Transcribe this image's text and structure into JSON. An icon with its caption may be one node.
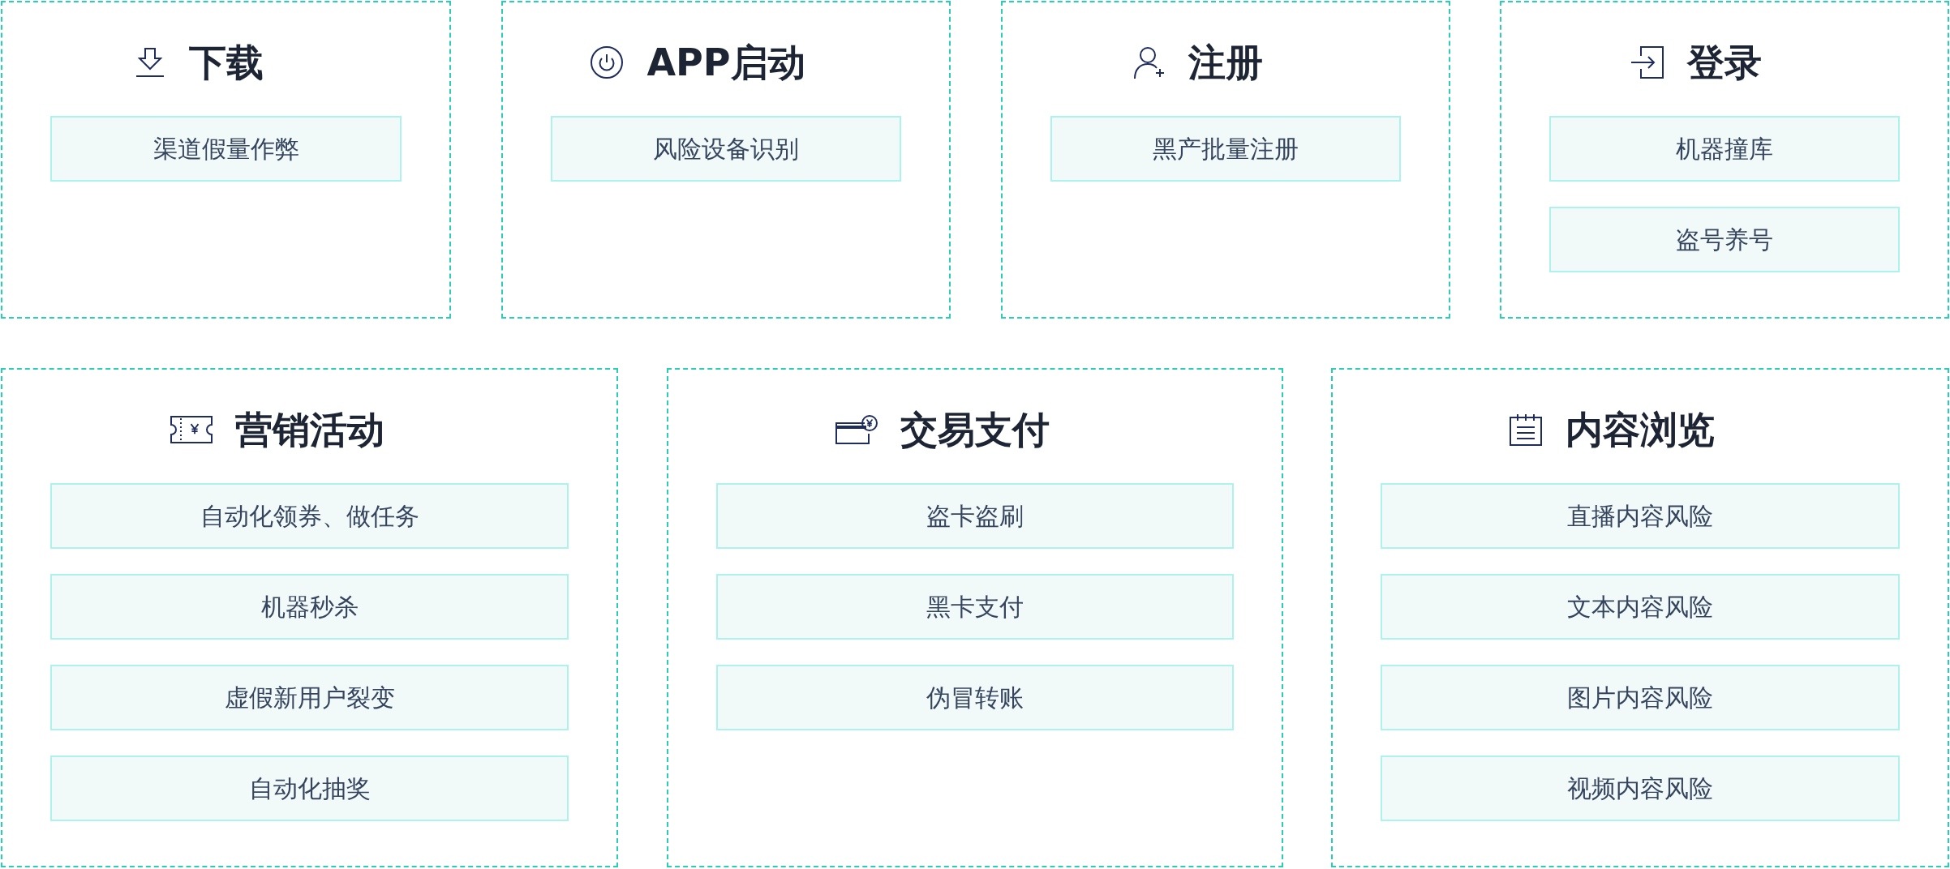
{
  "diagram": {
    "nodes": [
      {
        "text": [
          "下载"
        ]
      },
      {
        "text": [
          "渠道假量作弊"
        ],
        "in": 0
      },
      {
        "text": [
          "APP启动"
        ]
      },
      {
        "text": [
          "风险设备识别"
        ],
        "in": 2
      },
      {
        "text": [
          "注册"
        ]
      },
      {
        "text": [
          "黑产批量注册"
        ],
        "in": 4
      },
      {
        "text": [
          "登录"
        ]
      },
      {
        "text": [
          "机器撞库"
        ],
        "in": 6
      },
      {
        "text": [
          "盗号养号"
        ],
        "in": 6
      },
      {
        "text": [
          "营销活动"
        ]
      },
      {
        "text": [
          "自动化领券、做任务"
        ],
        "in": 9
      },
      {
        "text": [
          "机器秒杀"
        ],
        "in": 9
      },
      {
        "text": [
          "虚假新用户裂变"
        ],
        "in": 9
      },
      {
        "text": [
          "自动化抽奖"
        ],
        "in": 9
      },
      {
        "text": [
          "交易支付"
        ]
      },
      {
        "text": [
          "盗卡盗刷"
        ],
        "in": 14
      },
      {
        "text": [
          "黑卡支付"
        ],
        "in": 14
      },
      {
        "text": [
          "伪冒转账"
        ],
        "in": 14
      },
      {
        "text": [
          "内容浏览"
        ]
      },
      {
        "text": [
          "直播内容风险"
        ],
        "in": 18
      },
      {
        "text": [
          "文本内容风险"
        ],
        "in": 18
      },
      {
        "text": [
          "图片内容风险"
        ],
        "in": 18
      },
      {
        "text": [
          "视频内容风险"
        ],
        "in": 18
      }
    ]
  }
}
